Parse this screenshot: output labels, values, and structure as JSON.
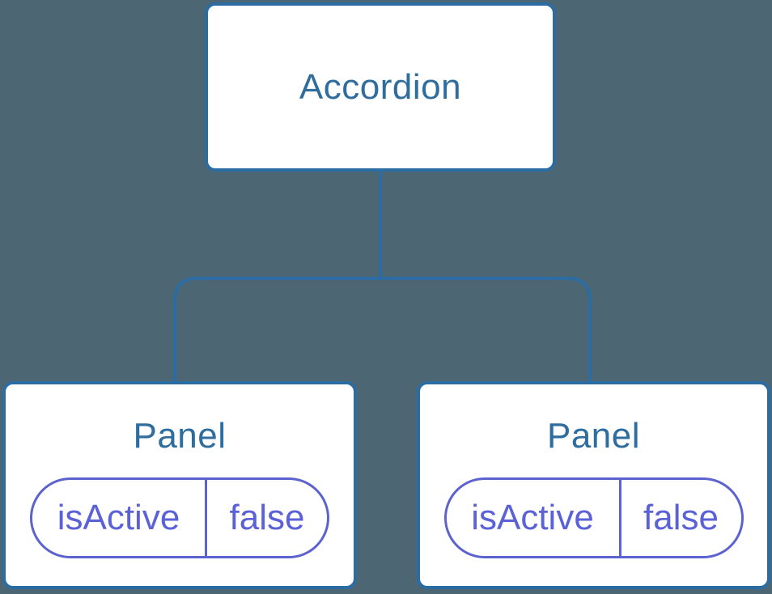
{
  "colors": {
    "background": "#4d6673",
    "node_bg": "#ffffff",
    "node_border": "#2b6da3",
    "node_text": "#2e6d9e",
    "connector": "#2b6da3",
    "state_border": "#5c63cf",
    "state_text": "#5b61d6"
  },
  "tree": {
    "root": {
      "label": "Accordion"
    },
    "children": [
      {
        "label": "Panel",
        "state": {
          "key": "isActive",
          "value": "false"
        }
      },
      {
        "label": "Panel",
        "state": {
          "key": "isActive",
          "value": "false"
        }
      }
    ]
  }
}
